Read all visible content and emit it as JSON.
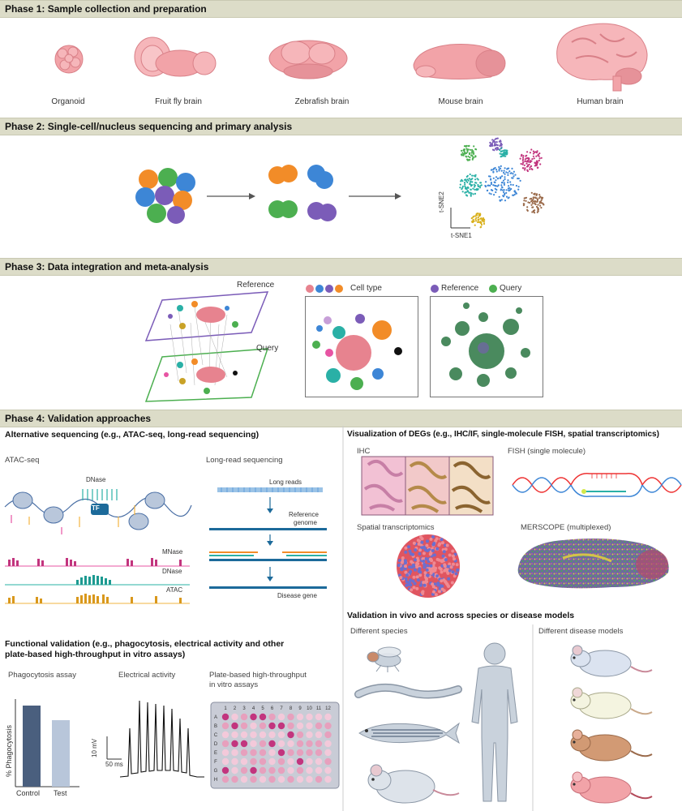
{
  "phase1": {
    "title": "Phase 1: Sample collection and preparation",
    "samples": [
      "Organoid",
      "Fruit fly brain",
      "Zebrafish brain",
      "Mouse brain",
      "Human brain"
    ]
  },
  "phase2": {
    "title": "Phase 2: Single-cell/nucleus sequencing and primary analysis",
    "axis_y": "t-SNE2",
    "axis_x": "t-SNE1"
  },
  "phase3": {
    "title": "Phase 3: Data integration and meta-analysis",
    "reference": "Reference",
    "query": "Query",
    "legend_celltype": "Cell type",
    "legend_reference": "Reference",
    "legend_query": "Query"
  },
  "phase4": {
    "title": "Phase 4: Validation approaches",
    "alt_seq": {
      "title": "Alternative sequencing (e.g., ATAC-seq, long-read sequencing)",
      "atac": "ATAC-seq",
      "dnase": "DNase",
      "tf": "TF",
      "mnase_track": "MNase",
      "dnase_track": "DNase",
      "atac_track": "ATAC",
      "longread": "Long-read sequencing",
      "long_reads": "Long reads",
      "reference_genome_1": "Reference",
      "reference_genome_2": "genome",
      "disease_gene": "Disease gene"
    },
    "functional": {
      "title_line1": "Functional validation (e.g., phagocytosis, electrical activity and other",
      "title_line2": "plate-based high-throughput in vitro assays)",
      "phago": "Phagocytosis assay",
      "electrical": "Electrical activity",
      "plate_line1": "Plate-based high-throughput",
      "plate_line2": "in vitro assays",
      "ylabel": "% Phagocytosis",
      "bar_control": "Control",
      "bar_test": "Test",
      "scale_mv": "10 mV",
      "scale_ms": "50 ms",
      "plate_cols": [
        "1",
        "2",
        "3",
        "4",
        "5",
        "6",
        "7",
        "8",
        "9",
        "10",
        "11",
        "12"
      ],
      "plate_rows": [
        "A",
        "B",
        "C",
        "D",
        "E",
        "F",
        "G",
        "H"
      ]
    },
    "visual": {
      "title": "Visualization of DEGs (e.g., IHC/IF, single-molecule FISH, spatial transcriptomics)",
      "ihc": "IHC",
      "fish": "FISH (single molecule)",
      "spatial": "Spatial transcriptomics",
      "merscope": "MERSCOPE (multiplexed)"
    },
    "invivo": {
      "title": "Validation in vivo and across species or disease models",
      "species": "Different species",
      "disease": "Different disease models"
    }
  },
  "colors": {
    "band": "#dcdcc8",
    "green": "#4caf50",
    "blue": "#3d86d6",
    "orange": "#f28c28",
    "purple": "#7b5cb8",
    "teal": "#2ab0a6",
    "pink": "#e7838f",
    "dark_blue": "#1c6a9a"
  }
}
